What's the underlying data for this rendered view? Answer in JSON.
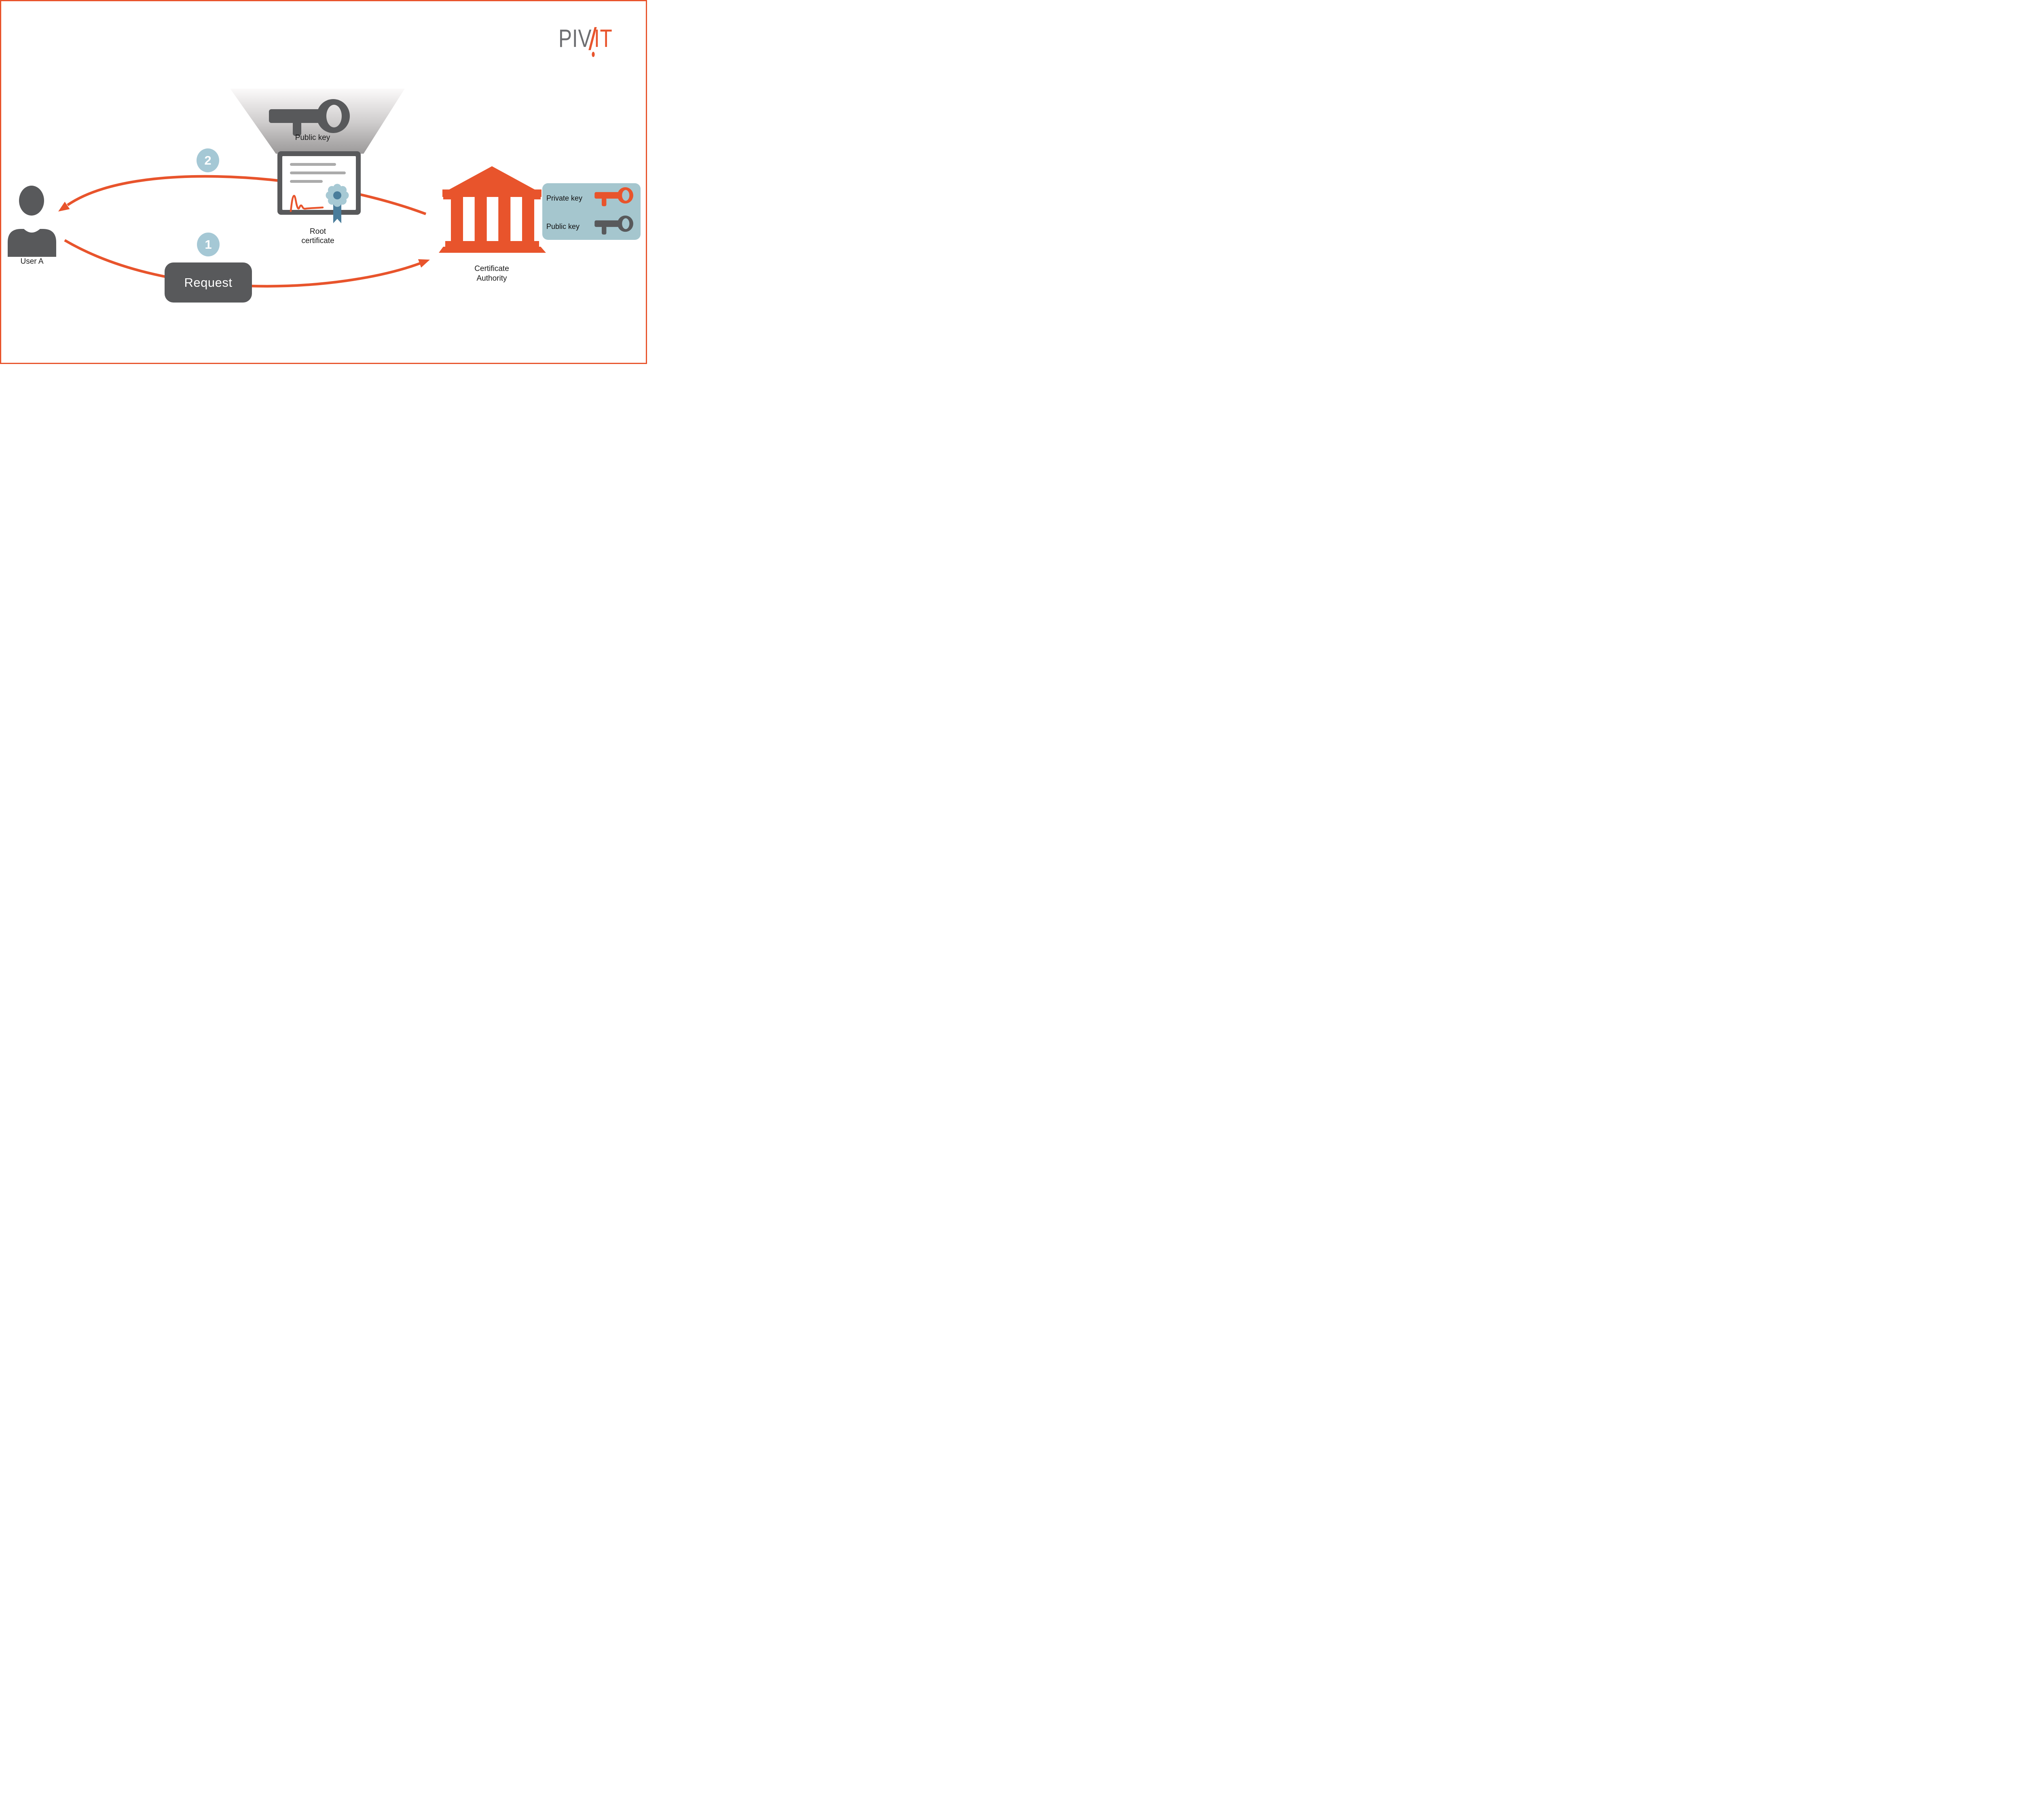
{
  "logo": {
    "gray": "PIV",
    "orange": "IT"
  },
  "beam": {
    "label": "Public key"
  },
  "cert": {
    "line1": "Root",
    "line2": "certificate"
  },
  "user": {
    "label": "User A"
  },
  "request": {
    "label": "Request"
  },
  "steps": [
    {
      "number": "1"
    },
    {
      "number": "2"
    }
  ],
  "ca": {
    "line1": "Certificate",
    "line2": "Authority"
  },
  "panel": {
    "private": "Private key",
    "public": "Public key"
  },
  "colors": {
    "accent_orange": "#E8542C",
    "dark_gray": "#58595B",
    "logo_gray": "#6D6E71",
    "badge_blue": "#A5C8D5",
    "seal_light_blue": "#A7C9D4",
    "seal_steel_blue": "#4A7D9B",
    "panel_blue": "#A5C6CE",
    "cert_line_gray": "#ABABAB"
  }
}
